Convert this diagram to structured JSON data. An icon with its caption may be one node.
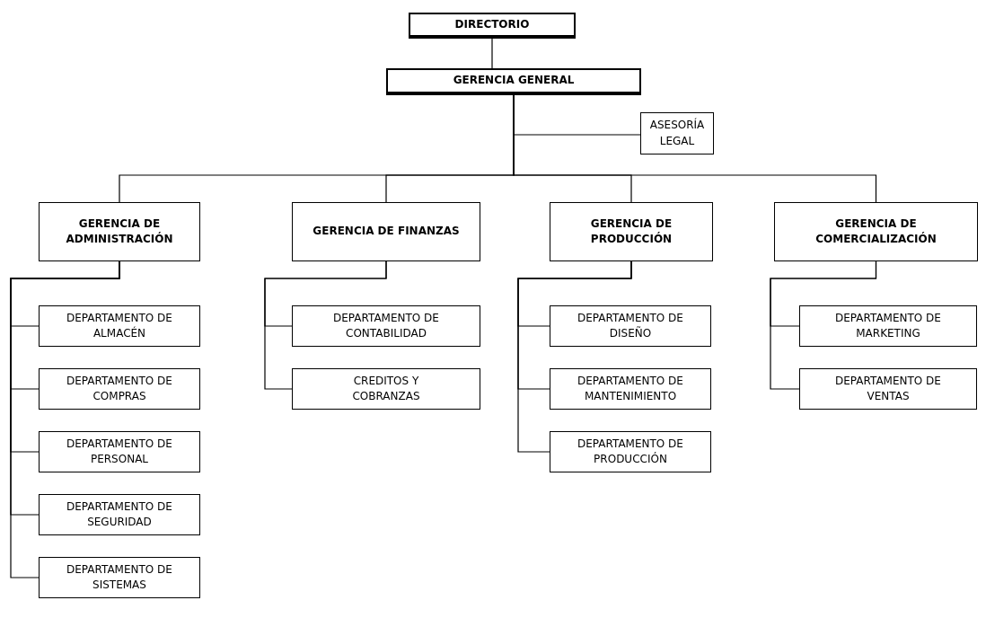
{
  "diagram": {
    "nodes": [
      {
        "text": [
          "DIRECTORIO"
        ]
      },
      {
        "text": [
          "GERENCIA GENERAL"
        ]
      },
      {
        "text": [
          "ASESORÍA LEGAL"
        ]
      },
      {
        "text": [
          "GERENCIA DE ADMINISTRACIÓN"
        ]
      },
      {
        "text": [
          "GERENCIA DE FINANZAS"
        ]
      },
      {
        "text": [
          "GERENCIA DE PRODUCCIÓN"
        ]
      },
      {
        "text": [
          "GERENCIA DE COMERCIALIZACIÓN"
        ]
      },
      {
        "text": [
          "DEPARTAMENTO DE ALMACÉN"
        ]
      },
      {
        "text": [
          "DEPARTAMENTO DE COMPRAS"
        ]
      },
      {
        "text": [
          "DEPARTAMENTO DE PERSONAL"
        ]
      },
      {
        "text": [
          "DEPARTAMENTO DE SEGURIDAD"
        ]
      },
      {
        "text": [
          "DEPARTAMENTO DE SISTEMAS"
        ]
      },
      {
        "text": [
          "DEPARTAMENTO DE CONTABILIDAD"
        ]
      },
      {
        "text": [
          "CREDITOS Y COBRANZAS"
        ]
      },
      {
        "text": [
          "DEPARTAMENTO DE DISEÑO"
        ]
      },
      {
        "text": [
          "DEPARTAMENTO DE MANTENIMIENTO"
        ]
      },
      {
        "text": [
          "DEPARTAMENTO DE PRODUCCIÓN"
        ]
      },
      {
        "text": [
          "DEPARTAMENTO DE MARKETING"
        ]
      },
      {
        "text": [
          "DEPARTAMENTO DE VENTAS"
        ]
      }
    ],
    "edges": [
      {
        "from": 0,
        "to": 1,
        "arrow": "none"
      },
      {
        "from": 1,
        "to": 2,
        "arrow": "none"
      },
      {
        "from": 1,
        "to": 3,
        "arrow": "none"
      },
      {
        "from": 1,
        "to": 4,
        "arrow": "none"
      },
      {
        "from": 1,
        "to": 5,
        "arrow": "none"
      },
      {
        "from": 1,
        "to": 6,
        "arrow": "none"
      },
      {
        "from": 3,
        "to": 7,
        "arrow": "none"
      },
      {
        "from": 3,
        "to": 8,
        "arrow": "none"
      },
      {
        "from": 3,
        "to": 9,
        "arrow": "none"
      },
      {
        "from": 3,
        "to": 10,
        "arrow": "none"
      },
      {
        "from": 3,
        "to": 11,
        "arrow": "none"
      },
      {
        "from": 4,
        "to": 12,
        "arrow": "none"
      },
      {
        "from": 4,
        "to": 13,
        "arrow": "none"
      },
      {
        "from": 5,
        "to": 14,
        "arrow": "none"
      },
      {
        "from": 5,
        "to": 15,
        "arrow": "none"
      },
      {
        "from": 5,
        "to": 16,
        "arrow": "none"
      },
      {
        "from": 6,
        "to": 17,
        "arrow": "none"
      },
      {
        "from": 6,
        "to": 18,
        "arrow": "none"
      }
    ]
  }
}
